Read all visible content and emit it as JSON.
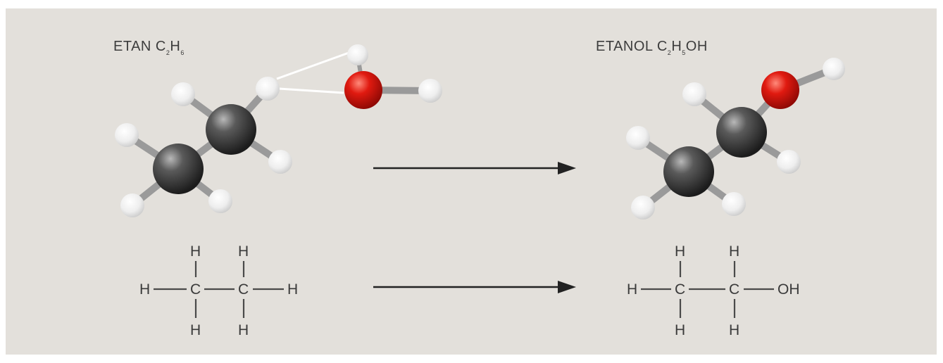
{
  "ethane": {
    "title": "ETAN C",
    "sub1": "2",
    "mid": "H",
    "sub2": "6"
  },
  "ethanol": {
    "title": "ETANOL C",
    "sub1": "2",
    "mid": "H",
    "sub2": "5",
    "tail": "OH"
  },
  "atoms": {
    "h": "H",
    "c": "C",
    "oh": "OH"
  },
  "colors": {
    "background": "#e3e0db",
    "carbon": "#3a3a3a",
    "hydrogen": "#f2f2f2",
    "oxygen": "#d4140f",
    "arrow": "#222222"
  }
}
